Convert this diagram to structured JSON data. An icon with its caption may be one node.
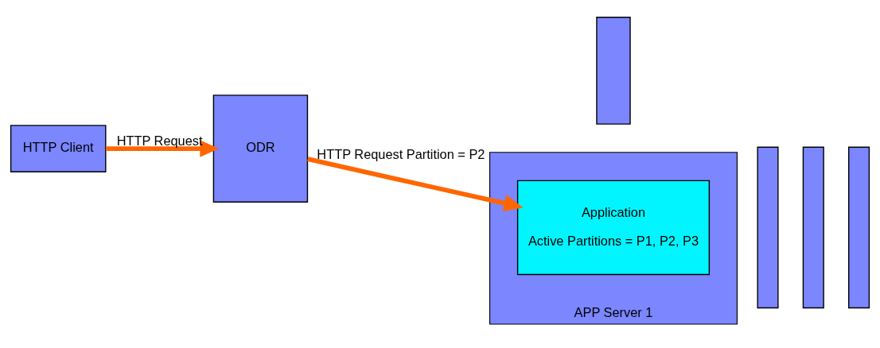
{
  "diagram": {
    "nodes": [
      {
        "text": [
          "HTTP Client"
        ]
      },
      {
        "text": [
          "ODR"
        ]
      },
      {
        "text": [],
        "shape": "box"
      },
      {
        "text": [
          "APP Server 1"
        ]
      },
      {
        "text": [
          "Application",
          "Active Partitions = P1, P2, P3"
        ],
        "in": 3
      },
      {
        "text": [],
        "shape": "box"
      },
      {
        "text": [],
        "shape": "box"
      },
      {
        "text": [],
        "shape": "box"
      }
    ],
    "edges": [
      {
        "from": 0,
        "to": 1,
        "arrow": "to",
        "label": "HTTP Request"
      },
      {
        "from": 1,
        "to": 4,
        "arrow": "to",
        "label": "HTTP Request Partition = P2"
      }
    ]
  }
}
